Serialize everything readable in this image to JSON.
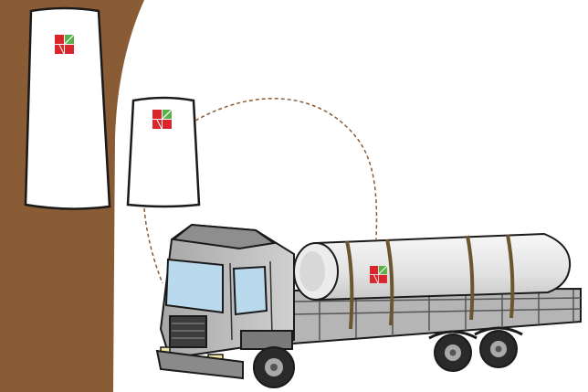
{
  "colors": {
    "earth": "#8a5c36",
    "background": "#ffffff",
    "outline": "#1a1a1a",
    "logo_red": "#d8262c",
    "logo_green": "#5ab04a",
    "route_line": "#8a5c36",
    "truck_body": "#b8b8b8",
    "truck_dark": "#5a5a5a",
    "window": "#b9d9ec",
    "tank": "#e9e9e9",
    "strap": "#6b5630"
  },
  "icons": {
    "brand_logo": "four-square-leaf-logo",
    "vehicle": "tanker-truck",
    "containers": "white-storage-bag"
  }
}
